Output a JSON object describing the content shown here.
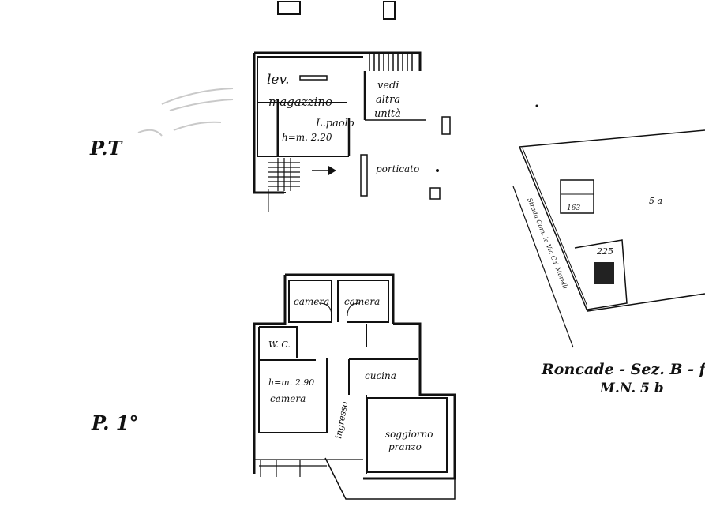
{
  "ground_floor": {
    "floor_label": "P.T",
    "rooms": {
      "storage": "magazzino",
      "height_note": "h=m. 2.20",
      "porch": "porticato",
      "other_unit": [
        "vedi",
        "altra",
        "unità"
      ]
    },
    "handwritten": {
      "marker": "lev.",
      "initials": "L.paolo"
    }
  },
  "first_floor": {
    "floor_label": "P. 1°",
    "rooms": {
      "bedroom_a": "camera",
      "bedroom_b": "camera",
      "wc": "W. C.",
      "height_note": "h=m. 2.90",
      "bedroom_c": "camera",
      "entrance": "ingresso",
      "kitchen": "cucina",
      "living": [
        "soggiorno",
        "pranzo"
      ]
    }
  },
  "site_map": {
    "parcel_a": "5 a",
    "parcel_b": "163",
    "parcel_c": "225",
    "road": "Strada Com. le Via Ca' Morelli"
  },
  "cadastral_ref": {
    "line1": "Roncade - Sez. B - fog",
    "line2": "M.N. 5 b"
  }
}
